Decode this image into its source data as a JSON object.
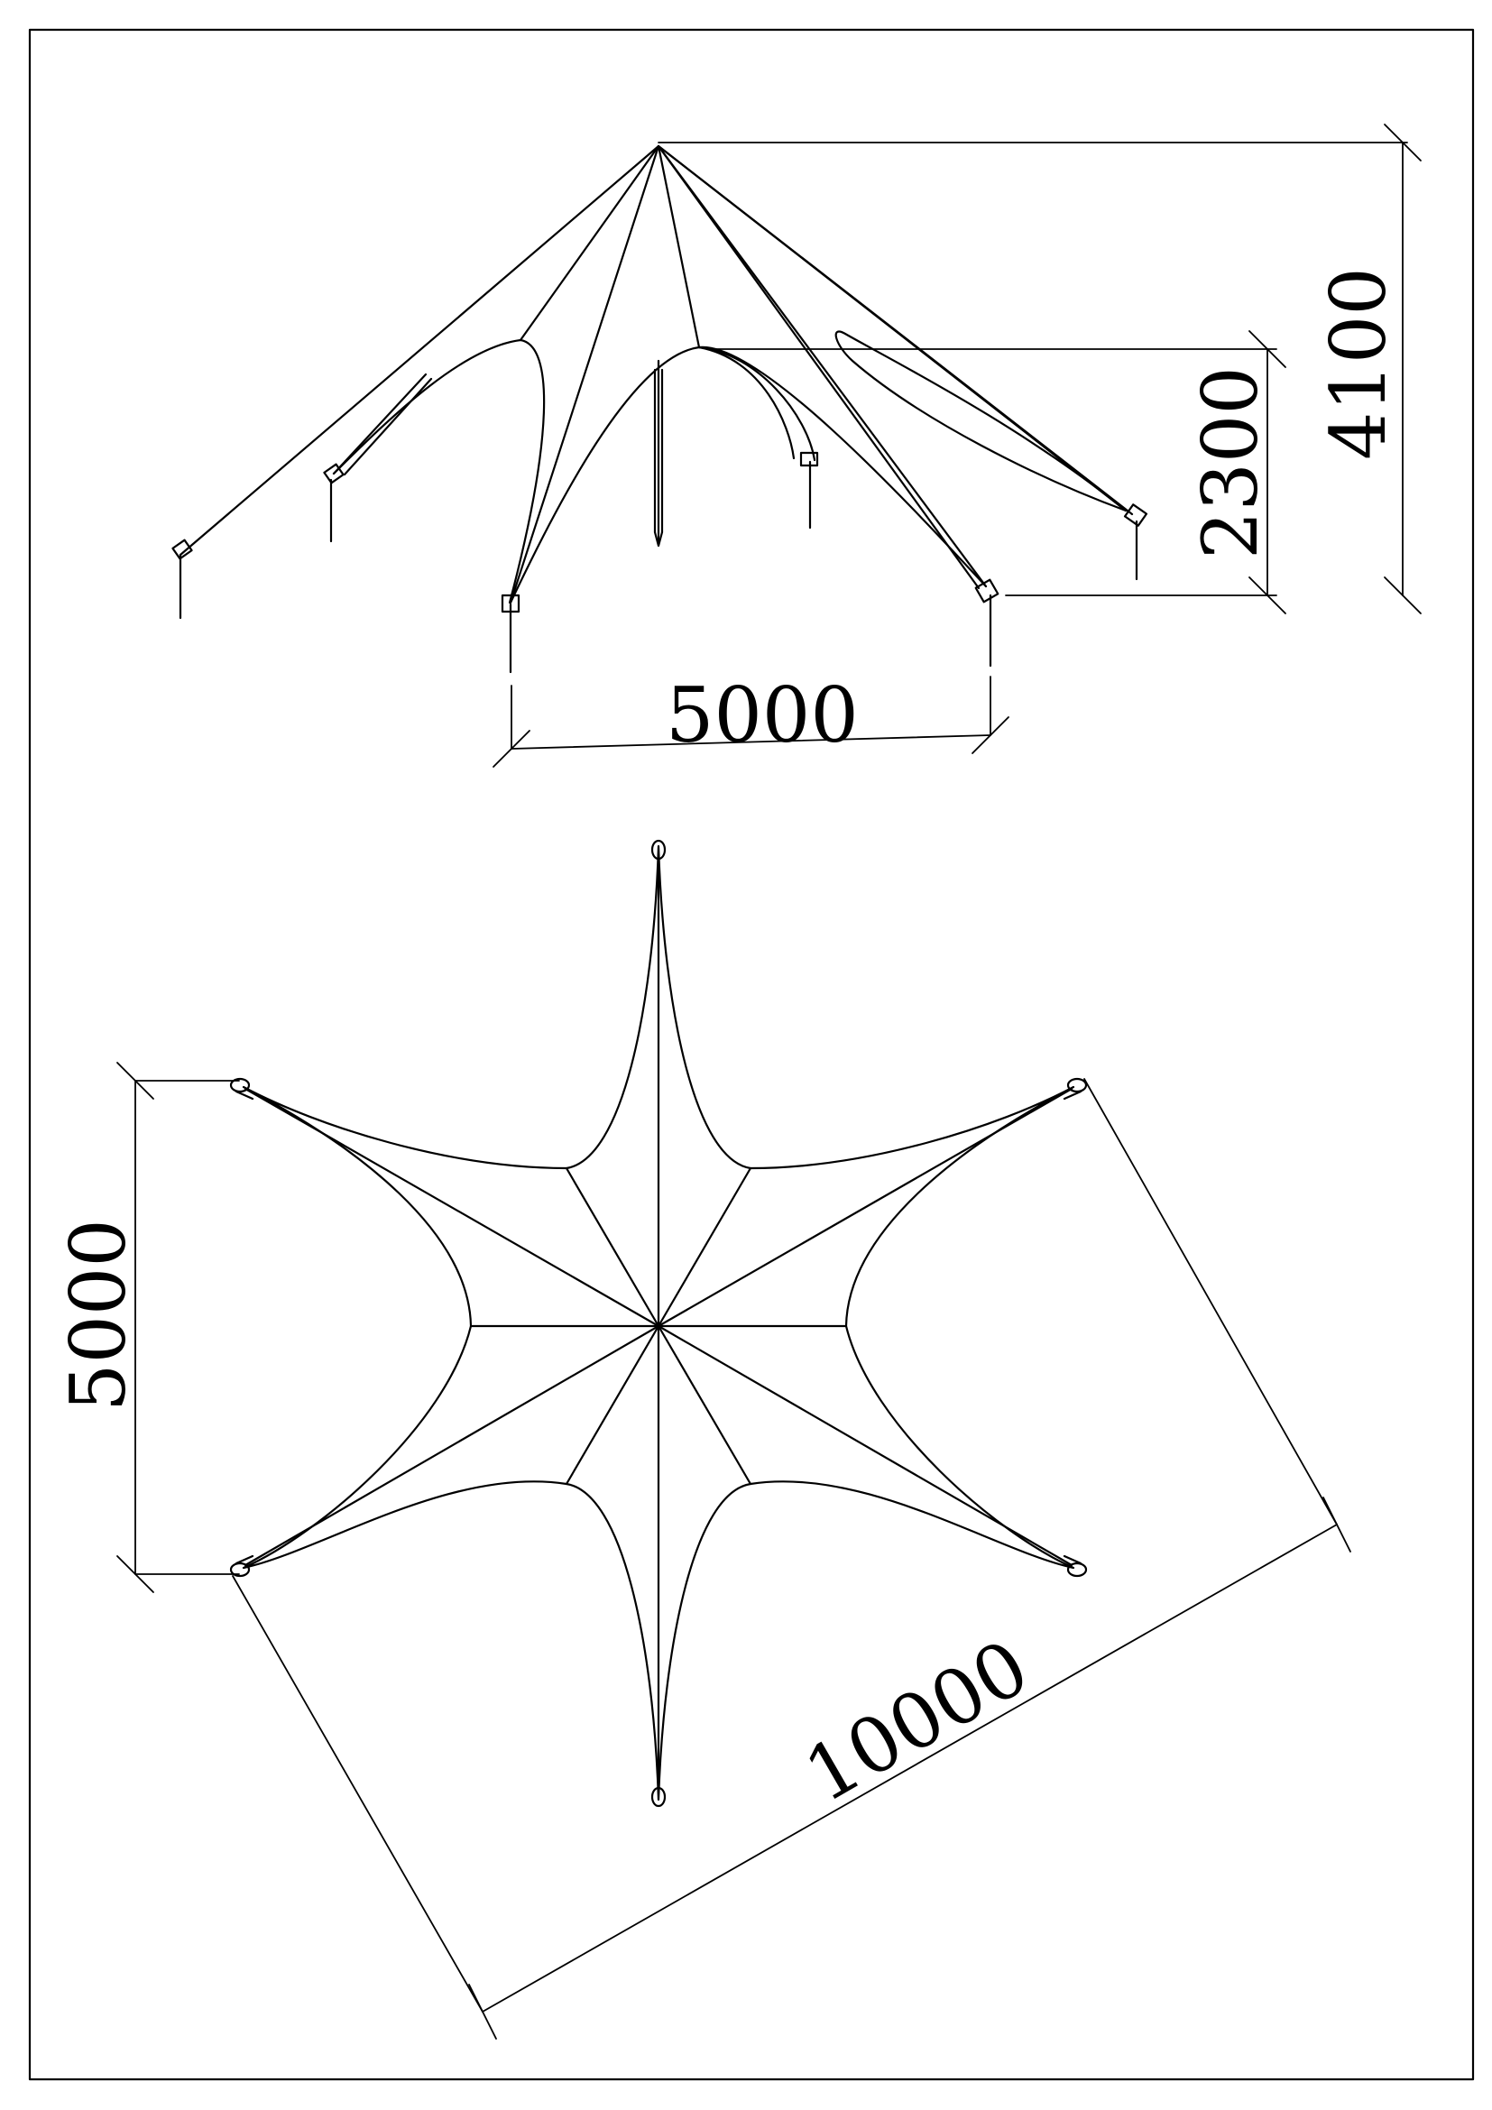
{
  "elevation": {
    "dim_total_height": "4100",
    "dim_arch_height": "2300",
    "dim_span": "5000"
  },
  "plan": {
    "dim_side": "5000",
    "dim_diagonal": "10000"
  }
}
